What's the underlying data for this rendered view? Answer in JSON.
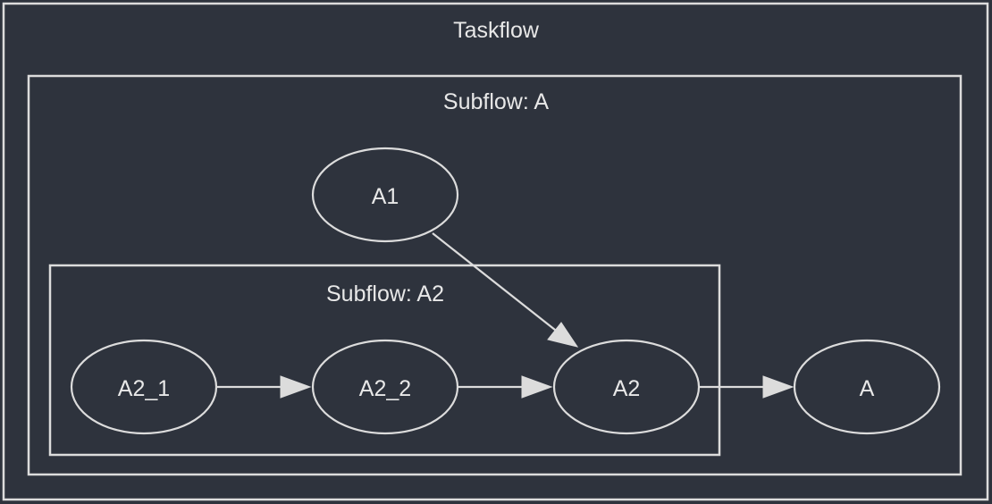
{
  "clusters": {
    "taskflow": "Taskflow",
    "subflow_a": "Subflow: A",
    "subflow_a2": "Subflow: A2"
  },
  "nodes": {
    "a1": "A1",
    "a2_1": "A2_1",
    "a2_2": "A2_2",
    "a2": "A2",
    "a": "A"
  },
  "edges": [
    {
      "from": "A1",
      "to": "A2"
    },
    {
      "from": "A2_1",
      "to": "A2_2"
    },
    {
      "from": "A2_2",
      "to": "A2"
    },
    {
      "from": "A2",
      "to": "A"
    }
  ]
}
